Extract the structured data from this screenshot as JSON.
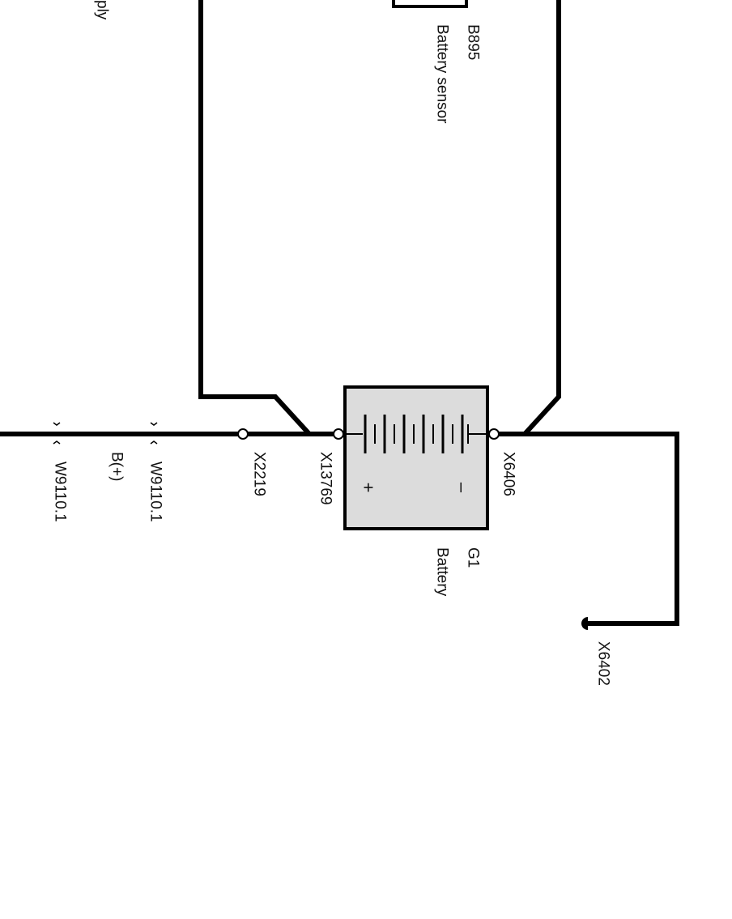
{
  "labels": {
    "supply_fragment": "ply",
    "battery_sensor_id": "B895",
    "battery_sensor_name": "Battery sensor",
    "battery_id": "G1",
    "battery_name": "Battery",
    "plus_sign": "+",
    "minus_sign": "–",
    "connector_x13769": "X13769",
    "connector_x6406": "X6406",
    "connector_x2219": "X2219",
    "connector_x6402": "X6402",
    "wire_w9110_upper": "W9110.1",
    "wire_w9110_lower": "W9110.1",
    "bplus": "B(+)"
  },
  "colors": {
    "wire": "#000000",
    "battery_fill": "#dcdcdc",
    "background": "#ffffff"
  }
}
